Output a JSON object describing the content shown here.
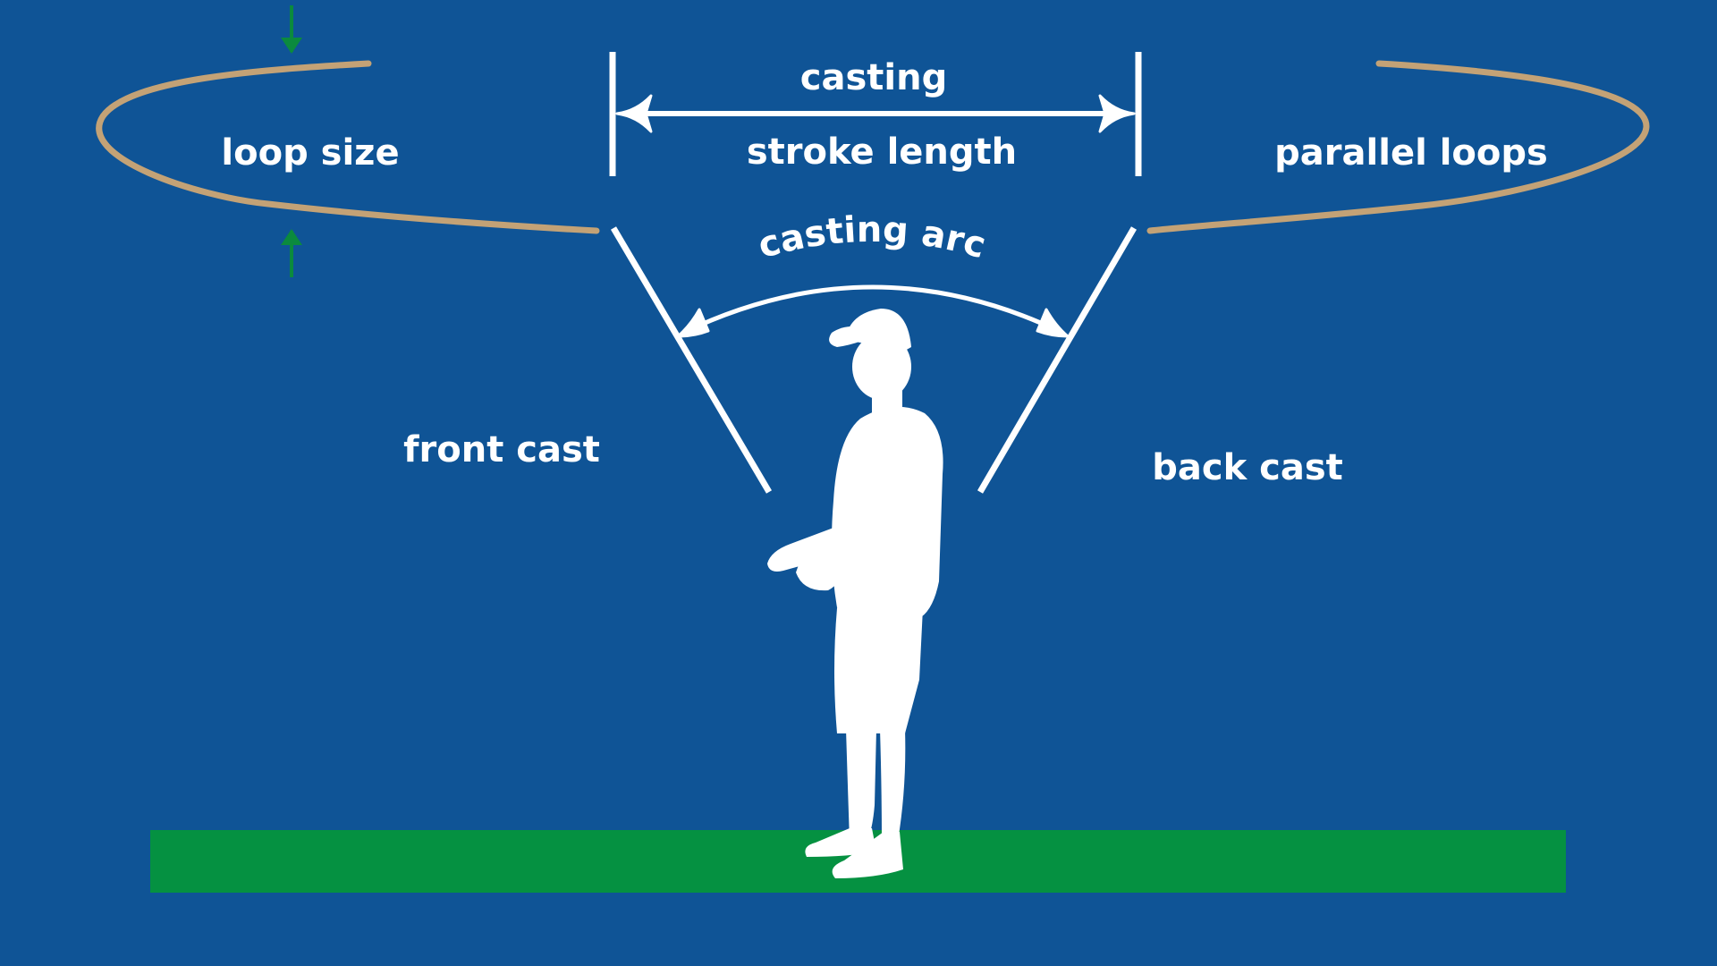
{
  "labels": {
    "loop_size": "loop size",
    "casting": "casting",
    "stroke_length": "stroke length",
    "parallel_loops": "parallel loops",
    "casting_arc": "casting arc",
    "front_cast": "front cast",
    "back_cast": "back cast"
  },
  "colors": {
    "background": "#0f5496",
    "line": "#c3a276",
    "lines_white": "#ffffff",
    "ground": "#059141",
    "small_arrows": "#0b8a3e"
  }
}
